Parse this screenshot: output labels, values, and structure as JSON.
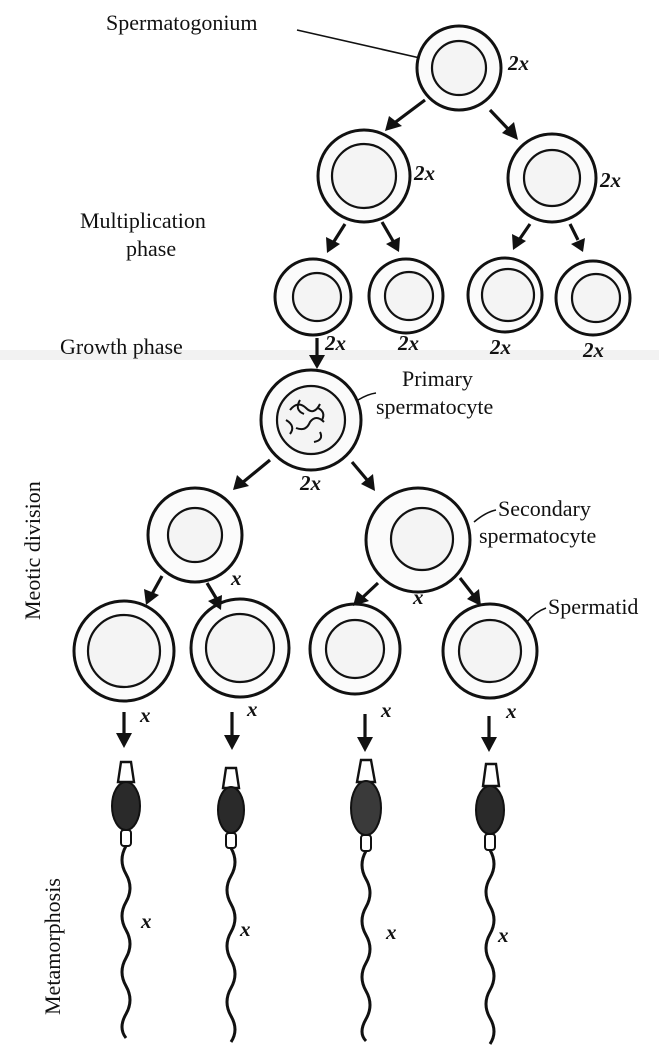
{
  "labels": {
    "spermatogonium": "Spermatogonium",
    "multiplication_line1": "Multiplication",
    "multiplication_line2": "phase",
    "growth_phase": "Growth phase",
    "primary_line1": "Primary",
    "primary_line2": "spermatocyte",
    "secondary_line1": "Secondary",
    "secondary_line2": "spermatocyte",
    "spermatid": "Spermatid",
    "meiotic_division": "Meotic division",
    "metamorphosis": "Metamorphosis"
  },
  "ploidy": {
    "diploid": "2x",
    "haploid": "x"
  },
  "stages": [
    {
      "name": "spermatogonium",
      "count": 1,
      "ploidy": "2x"
    },
    {
      "name": "multiplication-daughters",
      "count": 2,
      "ploidy": "2x"
    },
    {
      "name": "multiplication-granddaughters",
      "count": 4,
      "ploidy": "2x"
    },
    {
      "name": "primary-spermatocyte",
      "count": 1,
      "ploidy": "2x"
    },
    {
      "name": "secondary-spermatocyte",
      "count": 2,
      "ploidy": "x"
    },
    {
      "name": "spermatid",
      "count": 4,
      "ploidy": "x"
    },
    {
      "name": "sperm",
      "count": 4,
      "ploidy": "x"
    }
  ],
  "colors": {
    "ink": "#111111",
    "paper": "#ffffff"
  }
}
